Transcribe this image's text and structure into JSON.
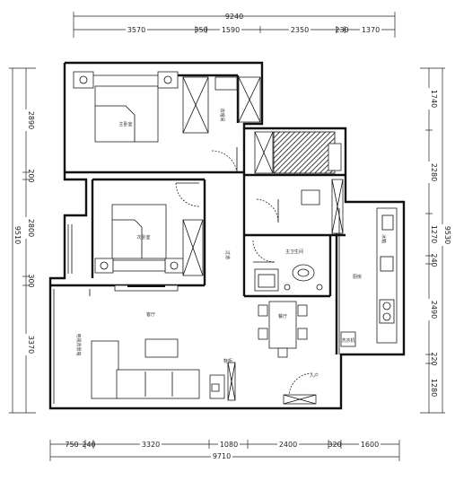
{
  "dimensions": {
    "top_total": "9240",
    "top_segments": [
      "3570",
      "350",
      "1590",
      "2350",
      "230",
      "1370"
    ],
    "bottom_total": "9710",
    "bottom_segments": [
      "750",
      "240",
      "3320",
      "1080",
      "2400",
      "320",
      "1600"
    ],
    "left_total": "9510",
    "left_segments": [
      "2890",
      "200",
      "2800",
      "300",
      "3370"
    ],
    "right_total": "9530",
    "right_segments": [
      "1740",
      "2280",
      "1270",
      "240",
      "2490",
      "220",
      "1280"
    ]
  },
  "rooms": {
    "master_bedroom": "主卧室",
    "cloakroom": "衣帽间",
    "second_bedroom": "次卧室",
    "hallway": "过道",
    "master_bath": "主卫生间",
    "kitchen": "厨房",
    "fridge": "冰箱",
    "dining": "餐厅",
    "living": "客厅",
    "tv_wall": "电视背景墙",
    "shoe_cabinet": "鞋柜",
    "entrance": "入户",
    "washer": "洗衣机"
  }
}
